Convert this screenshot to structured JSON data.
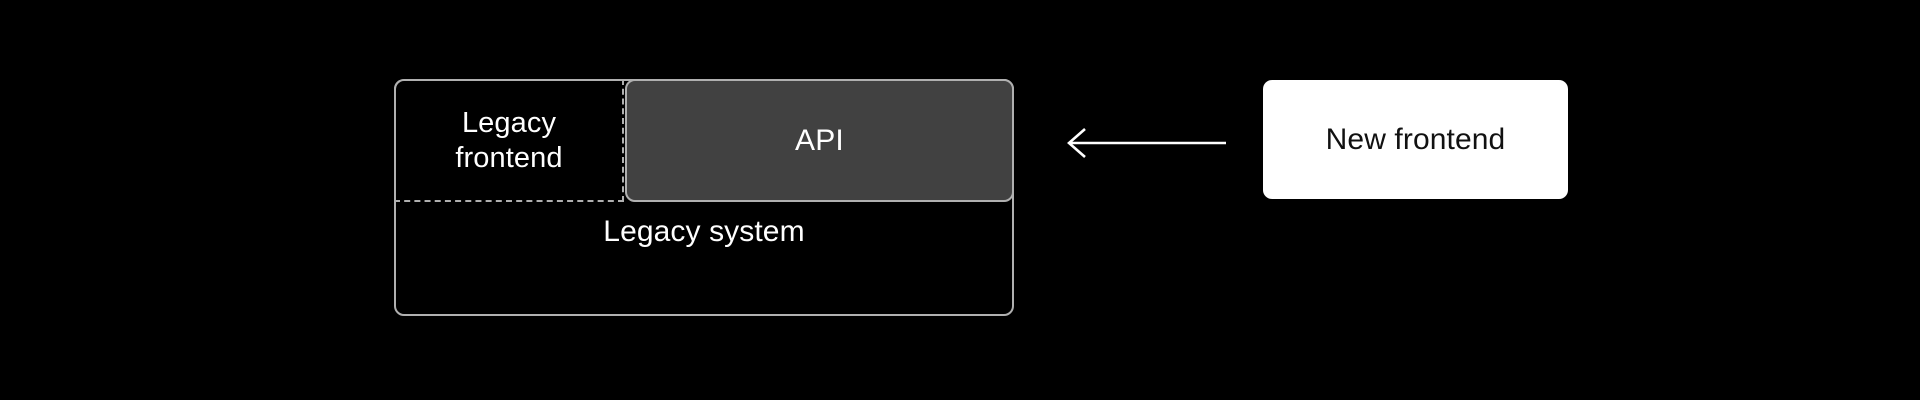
{
  "diagram": {
    "background_color": "#000000",
    "nodes": {
      "legacy_system": {
        "label": "Legacy system",
        "fill": "#000000",
        "border_color": "#b0b0b0",
        "border_style": "solid",
        "text_color": "#ffffff"
      },
      "legacy_frontend": {
        "label_line1": "Legacy",
        "label_line2": "frontend",
        "fill": "#000000",
        "border_color": "#b0b0b0",
        "border_style": "dashed",
        "text_color": "#ffffff"
      },
      "api": {
        "label": "API",
        "fill": "#414141",
        "border_color": "#b0b0b0",
        "border_style": "solid",
        "text_color": "#ffffff"
      },
      "new_frontend": {
        "label": "New frontend",
        "fill": "#ffffff",
        "border_color": "#ffffff",
        "border_style": "solid",
        "text_color": "#111111"
      }
    },
    "edges": [
      {
        "name": "new-frontend-to-api",
        "from": "new_frontend",
        "to": "api",
        "direction": "left",
        "style": "solid",
        "color": "#ffffff",
        "arrowhead": "open",
        "label": ""
      }
    ]
  }
}
